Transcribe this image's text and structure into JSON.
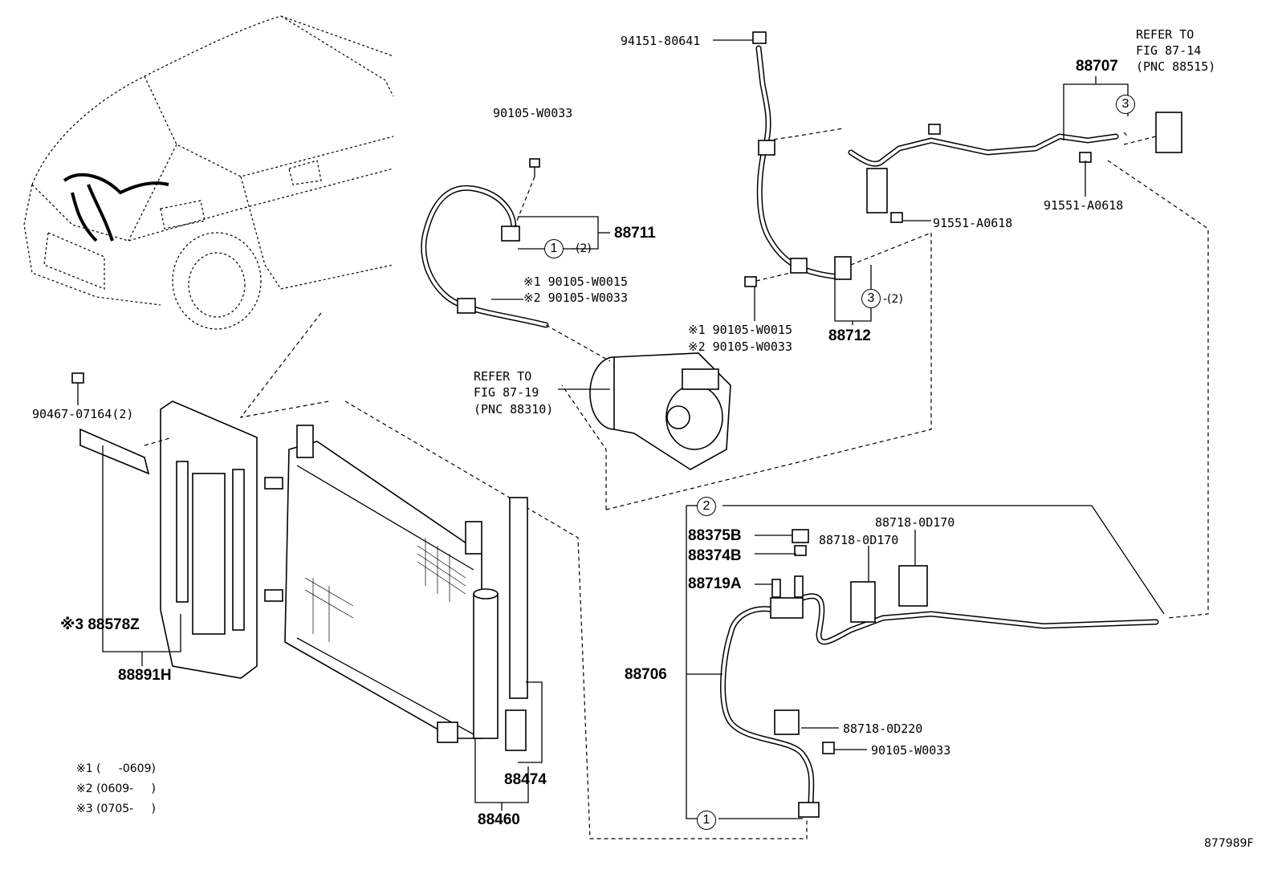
{
  "callouts": {
    "p94151": "94151-80641",
    "refer_8714_l1": "REFER TO",
    "refer_8714_l2": "FIG 87-14",
    "refer_8714_l3": "(PNC 88515)",
    "p88707": "88707",
    "p90105_top": "90105-W0033",
    "p88711": "88711",
    "p90105_w15_a": "※1 90105-W0015",
    "p90105_w33_a": "※2 90105-W0033",
    "p91551_right": "91551-A0618",
    "p91551_mid": "91551-A0618",
    "p90105_w15_b": "※1 90105-W0015",
    "p90105_w33_b": "※2 90105-W0033",
    "p88712": "88712",
    "refer_8719_l1": "REFER TO",
    "refer_8719_l2": "FIG 87-19",
    "refer_8719_l3": "(PNC 88310)",
    "p90467": "90467-07164(2)",
    "p88375": "88375B",
    "p88374": "88374B",
    "p88719": "88719A",
    "p88718_a": "88718-0D170",
    "p88718_b": "88718-0D170",
    "p88578": "※3 88578Z",
    "p88891": "88891H",
    "p88706": "88706",
    "p88718_c": "88718-0D220",
    "p90105_bottom": "90105-W0033",
    "p88474": "88474",
    "p88460": "88460",
    "qty_1": "-(2)",
    "qty_3": "-(2)"
  },
  "circles": {
    "c1_top": "1",
    "c1_bottom": "1",
    "c2": "2",
    "c3_top": "3",
    "c3_mid": "3"
  },
  "notes": {
    "n1": "※1 (     -0609)",
    "n2": "※2 (0609-     )",
    "n3": "※3 (0705-     )"
  },
  "figure_id": "877989F"
}
